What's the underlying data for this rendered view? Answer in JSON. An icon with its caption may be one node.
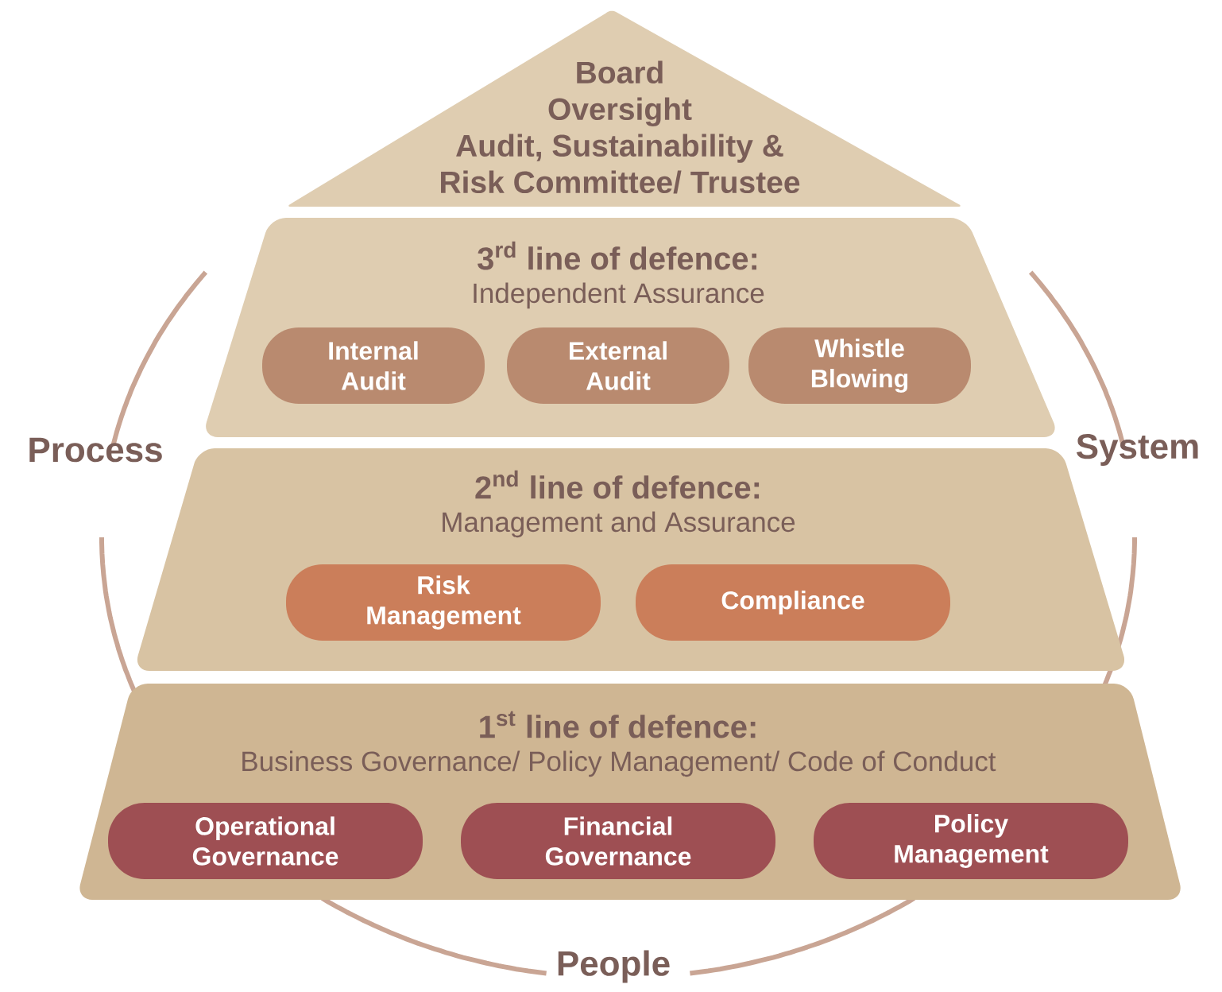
{
  "diagram": {
    "nodes": [
      {
        "text": [
          "Board Oversight",
          "Audit, Sustainability & Risk Committee/ Trustee"
        ]
      },
      {
        "text": [
          "3$^{rd}$ line of defence:",
          "Independent Assurance"
        ]
      },
      {
        "text": [
          "Internal Audit"
        ],
        "in": 1
      },
      {
        "text": [
          "External Audit"
        ],
        "in": 1
      },
      {
        "text": [
          "Whistle Blowing"
        ],
        "in": 1
      },
      {
        "text": [
          "2$^{nd}$ line of defence:",
          "Management and Assurance"
        ]
      },
      {
        "text": [
          "Risk Management"
        ],
        "in": 5
      },
      {
        "text": [
          "Compliance"
        ],
        "in": 5
      },
      {
        "text": [
          "1$^{st}$ line of defence:",
          "Business Governance/ Policy Management/ Code of Conduct"
        ]
      },
      {
        "text": [
          "Operational Governance"
        ],
        "in": 8
      },
      {
        "text": [
          "Financial Governance"
        ],
        "in": 8
      },
      {
        "text": [
          "Policy Management"
        ],
        "in": 8
      }
    ],
    "labels": [
      "Process",
      "System",
      "People"
    ]
  }
}
